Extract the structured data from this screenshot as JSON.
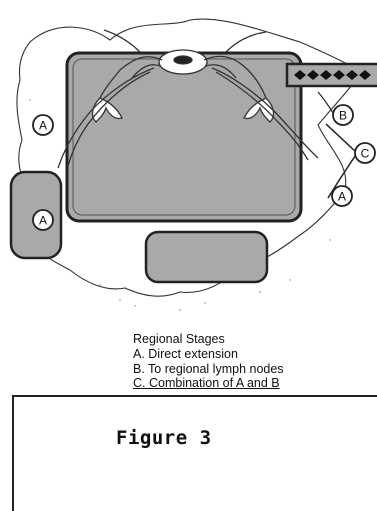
{
  "diagram": {
    "circle_labels": {
      "a_left": "A",
      "a_node": "A",
      "b": "B",
      "c": "C",
      "a_right": "A"
    }
  },
  "legend": {
    "title": "Regional Stages",
    "items": [
      "A. Direct extension",
      "B. To regional lymph nodes",
      "C. Combination of A and B"
    ]
  },
  "figure": {
    "label": "Figure 3"
  },
  "colors": {
    "organ_fill": "#a9a9a9",
    "outline": "#222222",
    "crab_fill": "#ffffff",
    "background": "#ffffff"
  }
}
